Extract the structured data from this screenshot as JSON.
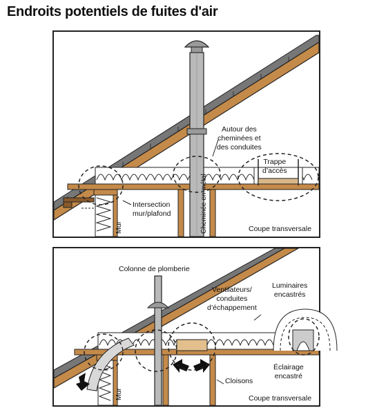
{
  "title": "Endroits potentiels de fuites d'air",
  "panel_top": {
    "caption": "Coupe transversale",
    "labels": {
      "chimneys_line1": "Autour des",
      "chimneys_line2": "cheminées et",
      "chimneys_line3": "des conduites",
      "hatch_line1": "Trappe",
      "hatch_line2": "d’accès",
      "intersection_line1": "Intersection",
      "intersection_line2": "mur/plafond",
      "wall": "Mur",
      "metal_chimney": "Cheminée en métal"
    }
  },
  "panel_bottom": {
    "caption": "Coupe transversale",
    "labels": {
      "plumbing": "Colonne de plomberie",
      "fans_line1": "Ventilateurs/",
      "fans_line2": "conduites",
      "fans_line3": "d’échappement",
      "fixtures_line1": "Luminaires",
      "fixtures_line2": "encastrés",
      "lighting_line1": "Éclairage",
      "lighting_line2": "encastré",
      "partitions": "Cloisons",
      "wall": "Mur"
    }
  },
  "colors": {
    "wood": "#c48a4a",
    "wood_dark": "#8a5a2b",
    "insulation": "#ffffff",
    "metal": "#b9b9b9",
    "outline": "#222222",
    "shingle": "#555555"
  }
}
